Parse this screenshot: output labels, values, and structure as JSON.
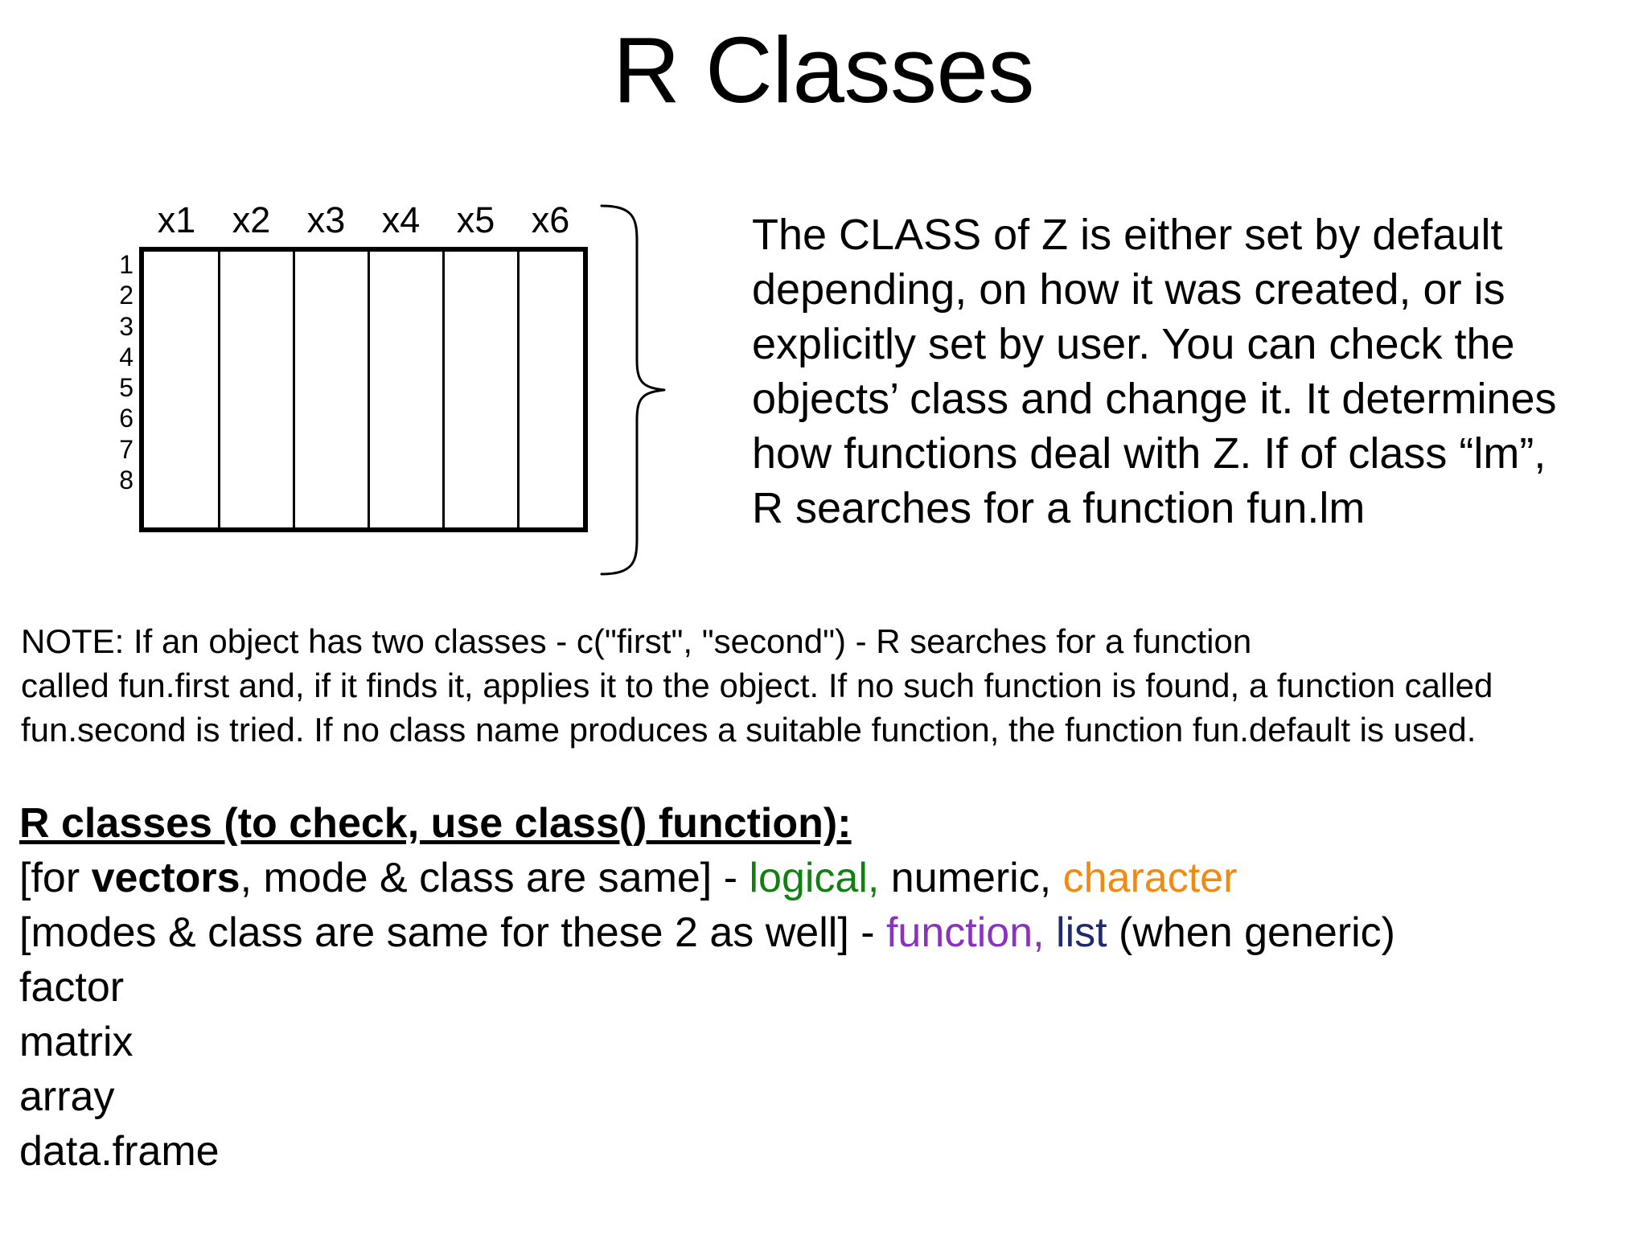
{
  "slide": {
    "title": "R Classes"
  },
  "matrix": {
    "column_headers": [
      "x1",
      "x2",
      "x3",
      "x4",
      "x5",
      "x6"
    ],
    "row_labels": [
      "1",
      "2",
      "3",
      "4",
      "5",
      "6",
      "7",
      "8"
    ]
  },
  "brace": {
    "name": "curly-brace-pointing-right"
  },
  "class_paragraph": {
    "lines": [
      "The CLASS of Z is either set by default",
      "depending, on how it was created, or is",
      "explicitly set by user. You can check the",
      "objects’ class and change it. It determines",
      "how functions deal with Z. If of class “lm”,",
      "R searches for a function fun.lm"
    ]
  },
  "note": {
    "lines": [
      "NOTE: If an object has two classes - c(\"first\", \"second\") - R searches for a function",
      "called fun.first and, if it finds it, applies it to the object. If no such function is found, a function called",
      "fun.second is tried. If no class name produces a suitable function, the function fun.default is used."
    ]
  },
  "classes_section": {
    "heading": "R classes (to check, use class() function):",
    "vectors_line": {
      "prefix": "[for ",
      "bold_word": "vectors",
      "middle": ", mode & class are same] - ",
      "item_logical": "logical,",
      "item_numeric": " numeric,",
      "item_character": " character"
    },
    "modes_line": {
      "prefix": "[modes & class are same for these 2 as well] - ",
      "item_function": "function,",
      "item_list": " list",
      "suffix": " (when generic)"
    },
    "simple_items": [
      "factor",
      "matrix",
      "array",
      "data.frame"
    ]
  },
  "colors": {
    "logical": "#108010",
    "character": "#F28A12",
    "function": "#8A33BE",
    "list": "#1F2A6B",
    "text": "#000000",
    "background": "#FFFFFF"
  }
}
